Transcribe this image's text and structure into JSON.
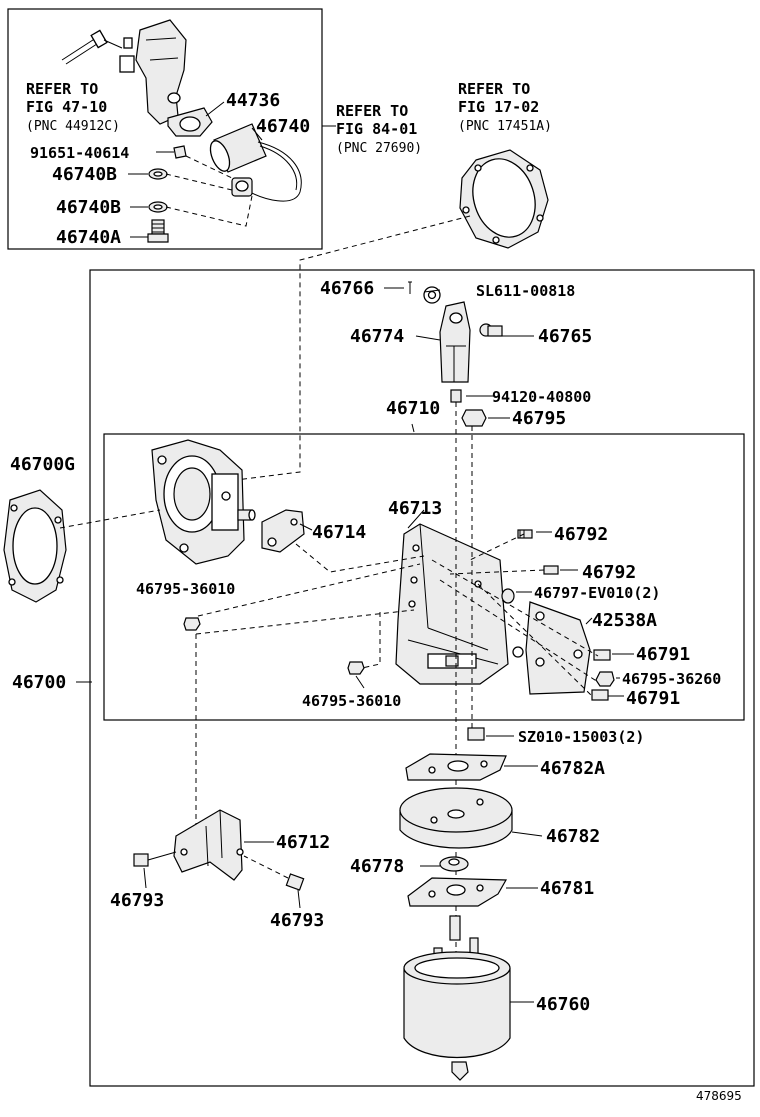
{
  "figure_number": "478695",
  "references": {
    "fig_47_10": {
      "line1": "REFER TO",
      "line2": "FIG 47-10",
      "line3": "(PNC 44912C)"
    },
    "fig_84_01": {
      "line1": "REFER TO",
      "line2": "FIG 84-01",
      "line3": "(PNC 27690)"
    },
    "fig_17_02": {
      "line1": "REFER TO",
      "line2": "FIG 17-02",
      "line3": "(PNC 17451A)"
    }
  },
  "callouts": {
    "p44736": "44736",
    "p46740": "46740",
    "p91651_40614": "91651-40614",
    "p46740B_1": "46740B",
    "p46740B_2": "46740B",
    "p46740A": "46740A",
    "p46766": "46766",
    "pSL611_00818": "SL611-00818",
    "p46774": "46774",
    "p46765": "46765",
    "p94120_40800": "94120-40800",
    "p46710": "46710",
    "p46795": "46795",
    "p46700G": "46700G",
    "p46713": "46713",
    "p46714": "46714",
    "p46792_1": "46792",
    "p46792_2": "46792",
    "p46797_EV010": "46797-EV010(2)",
    "p46795_36010_1": "46795-36010",
    "p42538A": "42538A",
    "p46791_1": "46791",
    "p46795_36260": "46795-36260",
    "p46791_2": "46791",
    "p46700": "46700",
    "p46795_36010_2": "46795-36010",
    "pSZ010_15003": "SZ010-15003(2)",
    "p46782A": "46782A",
    "p46782": "46782",
    "p46712": "46712",
    "p46778": "46778",
    "p46781": "46781",
    "p46793_1": "46793",
    "p46793_2": "46793",
    "p46760": "46760"
  }
}
